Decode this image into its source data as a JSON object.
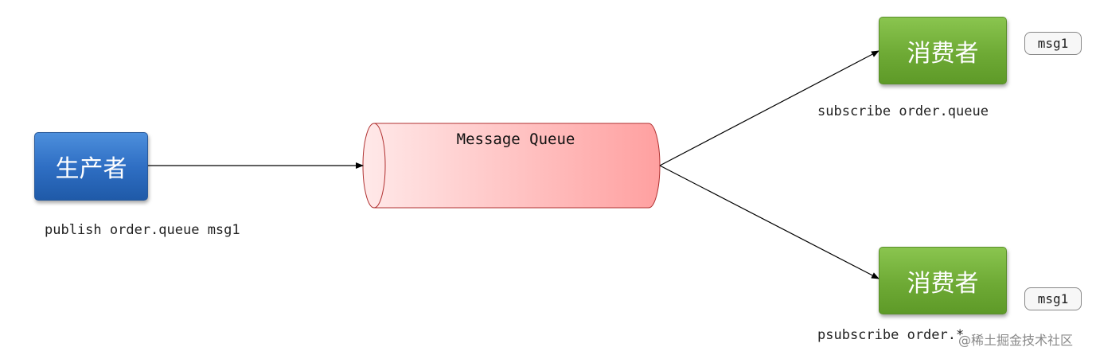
{
  "producer": {
    "label": "生产者",
    "command": "publish order.queue msg1"
  },
  "queue": {
    "label": "Message Queue"
  },
  "consumers": [
    {
      "label": "消费者",
      "command": "subscribe order.queue",
      "message": "msg1"
    },
    {
      "label": "消费者",
      "command": "psubscribe order.*",
      "message": "msg1"
    }
  ],
  "watermark": "@稀土掘金技术社区",
  "colors": {
    "producer": "#2f6fc4",
    "consumer": "#6eaa35",
    "queue_fill": "#ffa3a3",
    "queue_stroke": "#b03030"
  }
}
